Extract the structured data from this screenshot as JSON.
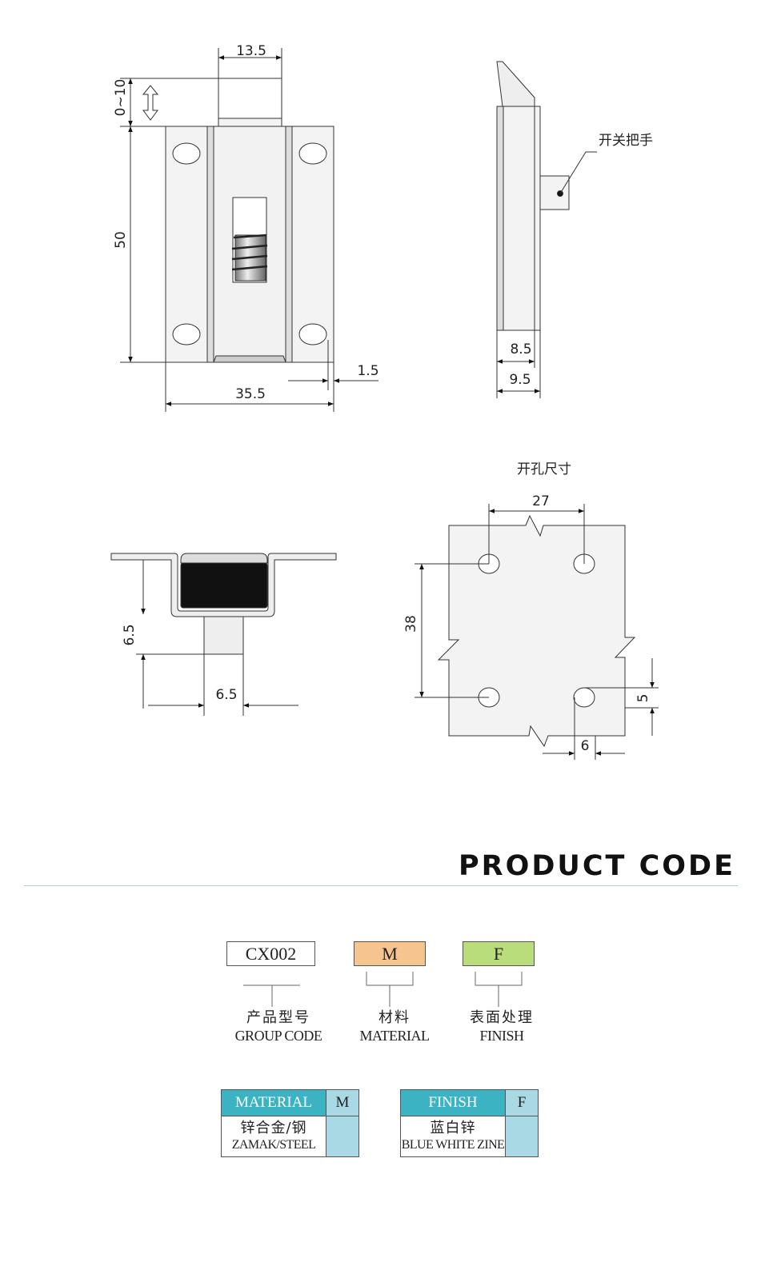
{
  "front_view": {
    "dim_width_bolt": "13.5",
    "dim_travel": "0~10",
    "dim_height": "50",
    "dim_width": "35.5",
    "dim_offset": "1.5"
  },
  "side_view": {
    "handle_label": "开关把手",
    "dim_depth_inner": "8.5",
    "dim_depth_outer": "9.5"
  },
  "section_view": {
    "dim_vertical": "6.5",
    "dim_horizontal": "6.5"
  },
  "cutout": {
    "title": "开孔尺寸",
    "dim_hole_spacing_x": "27",
    "dim_hole_spacing_y": "38",
    "dim_edge_y": "5",
    "dim_edge_x": "6"
  },
  "product_code": {
    "title": "PRODUCT CODE",
    "segments": [
      {
        "code": "CX002",
        "label_cn": "产品型号",
        "label_en": "GROUP CODE",
        "color": "#ffffff"
      },
      {
        "code": "M",
        "label_cn": "材料",
        "label_en": "MATERIAL",
        "color": "#f5c48f"
      },
      {
        "code": "F",
        "label_cn": "表面处理",
        "label_en": "FINISH",
        "color": "#b9dd7a"
      }
    ],
    "tables": [
      {
        "header": "MATERIAL",
        "key": "M",
        "value_cn": "锌合金/钢",
        "value_en": "ZAMAK/STEEL"
      },
      {
        "header": "FINISH",
        "key": "F",
        "value_cn": "蓝白锌",
        "value_en": "BLUE WHITE ZINE"
      }
    ],
    "colors": {
      "table_header": "#3bb3c3",
      "table_key": "#a9d9e5",
      "rule": "#a9d3d6"
    }
  }
}
